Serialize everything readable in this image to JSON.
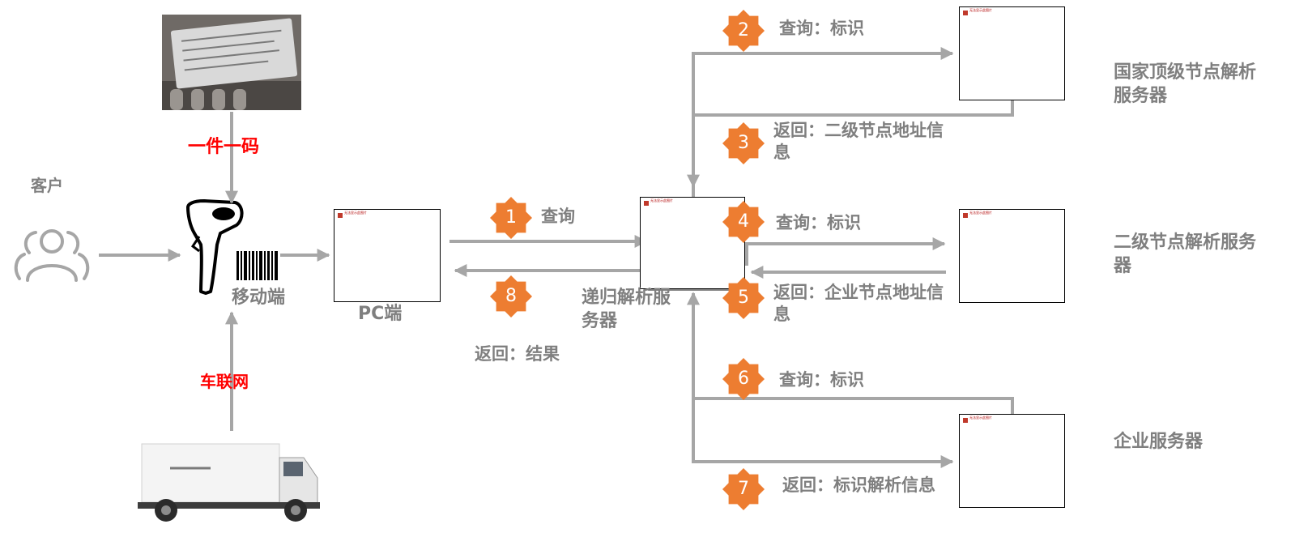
{
  "colors": {
    "arrow": "#a6a6a6",
    "badge": "#ed7d31",
    "label": "#7f7f7f",
    "highlight": "#ff0000"
  },
  "actors": {
    "customer": "客户",
    "mobile": "移动端",
    "pc": "PC端",
    "recursive": "递归解析服务器",
    "national": "国家顶级节点解析服务器",
    "secondary": "二级节点解析服务器",
    "enterprise": "企业服务器"
  },
  "inputs": {
    "code": "一件一码",
    "iov": "车联网"
  },
  "steps": [
    {
      "num": "1",
      "label": "查询"
    },
    {
      "num": "2",
      "label": "查询：标识"
    },
    {
      "num": "3",
      "label": "返回：二级节点地址信息"
    },
    {
      "num": "4",
      "label": "查询：标识"
    },
    {
      "num": "5",
      "label": "返回：企业节点地址信息"
    },
    {
      "num": "6",
      "label": "查询：标识"
    },
    {
      "num": "7",
      "label": "返回：标识解析信息"
    },
    {
      "num": "8",
      "label": "返回：结果"
    }
  ],
  "icons": {
    "customer": "people-icon",
    "scanner": "barcode-scanner-icon",
    "nameplate": "nameplate-photo",
    "truck": "truck-photo",
    "placeholder": "broken-image-icon"
  },
  "placeholder_caption": "无法显示此图片"
}
